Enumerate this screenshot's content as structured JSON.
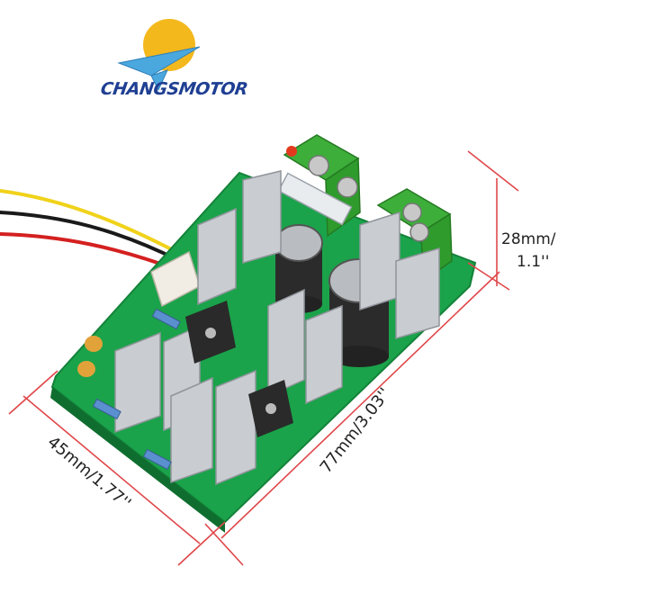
{
  "logo": {
    "brand_text": "CHANGSMOTOR"
  },
  "dimensions": {
    "height_line1": "28mm/",
    "height_line2": "1.1''",
    "length": "77mm/3.03''",
    "width": "45mm/1.77''"
  },
  "colors": {
    "pcb": "#1aa34a",
    "heatsink": "#c9ccd0",
    "capacitor": "#2b2b2b",
    "terminal": "#3dae3a",
    "dimension_line": "#e0474a",
    "logo_sun": "#f3b81c",
    "logo_plane": "#4aa8df",
    "logo_text": "#1f3f93"
  },
  "wires": [
    "yellow",
    "black",
    "red"
  ]
}
